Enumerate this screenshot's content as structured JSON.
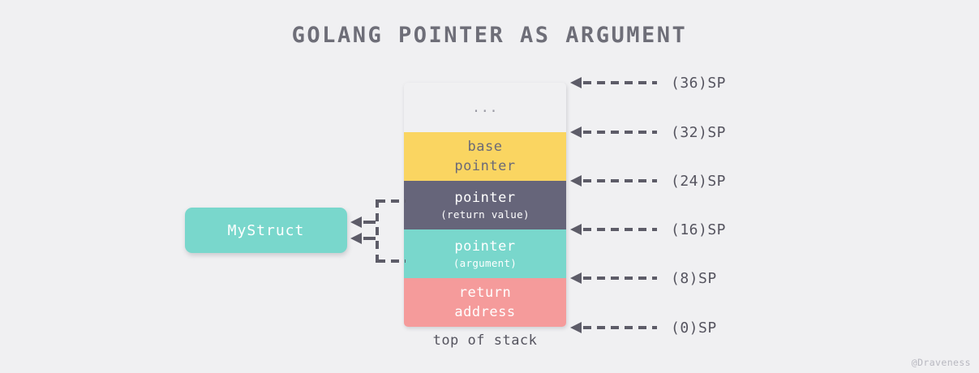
{
  "title": "GOLANG POINTER AS ARGUMENT",
  "watermark": "@Draveness",
  "colors": {
    "background": "#F0F0F2",
    "title_text": "#6E6E78",
    "yellow": "#FAD561",
    "dark_gray": "#66657A",
    "teal": "#79D7CC",
    "pink": "#F59B9B",
    "ellipsis_cell": "#F0F0F2",
    "arrow": "#5D5C68",
    "label_text": "#55545F",
    "watermark_text": "#B8B8C0"
  },
  "stack": {
    "caption": "top of stack",
    "cells": [
      {
        "id": "ellipsis",
        "line1": "...",
        "line2": "",
        "sub": ""
      },
      {
        "id": "base-pointer",
        "line1": "base",
        "line2": "pointer",
        "sub": ""
      },
      {
        "id": "return-pointer",
        "line1": "pointer",
        "line2": "",
        "sub": "(return value)"
      },
      {
        "id": "argument-pointer",
        "line1": "pointer",
        "line2": "",
        "sub": "(argument)"
      },
      {
        "id": "return-address",
        "line1": "return",
        "line2": "address",
        "sub": ""
      }
    ]
  },
  "struct_box": {
    "label": "MyStruct"
  },
  "sp_markers": [
    {
      "label": "(36)SP"
    },
    {
      "label": "(32)SP"
    },
    {
      "label": "(24)SP"
    },
    {
      "label": "(16)SP"
    },
    {
      "label": "(8)SP"
    },
    {
      "label": "(0)SP"
    }
  ]
}
